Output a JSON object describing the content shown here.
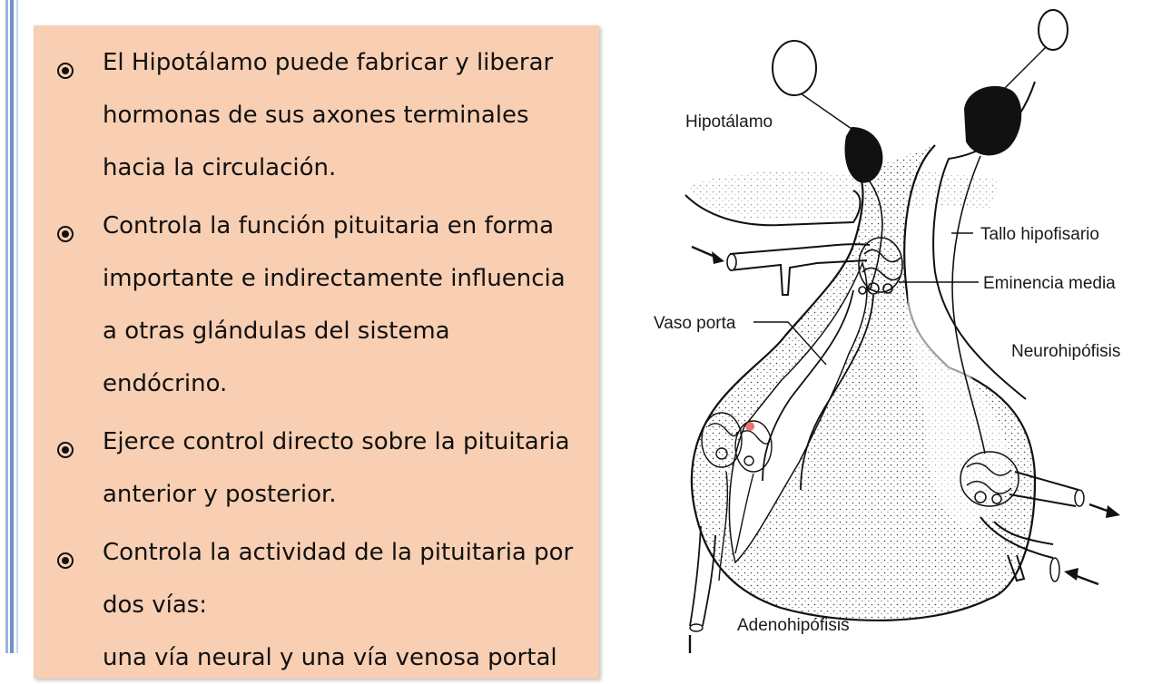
{
  "bullets": [
    {
      "lines": [
        "El Hipotálamo puede fabricar y liberar",
        "hormonas de sus axones terminales",
        "hacia la circulación."
      ]
    },
    {
      "lines": [
        "Controla  la función pituitaria en forma",
        "importante e indirectamente influencia",
        "a otras glándulas del sistema",
        "endócrino."
      ]
    },
    {
      "lines": [
        "Ejerce control directo sobre la pituitaria",
        "anterior y posterior."
      ]
    },
    {
      "lines": [
        "Controla la actividad de la pituitaria por",
        "dos vías:",
        "una vía neural y una vía venosa portal"
      ]
    }
  ],
  "diagram": {
    "labels": {
      "hipotalamo": "Hipotálamo",
      "tallo": "Tallo hipofisario",
      "eminencia": "Eminencia media",
      "vaso": "Vaso porta",
      "neuro": "Neurohipófisis",
      "adeno": "Adenohipófisis"
    }
  },
  "colors": {
    "panel": "#f9cfb3",
    "text": "#111111",
    "accent_rail": "#6f92cc"
  }
}
